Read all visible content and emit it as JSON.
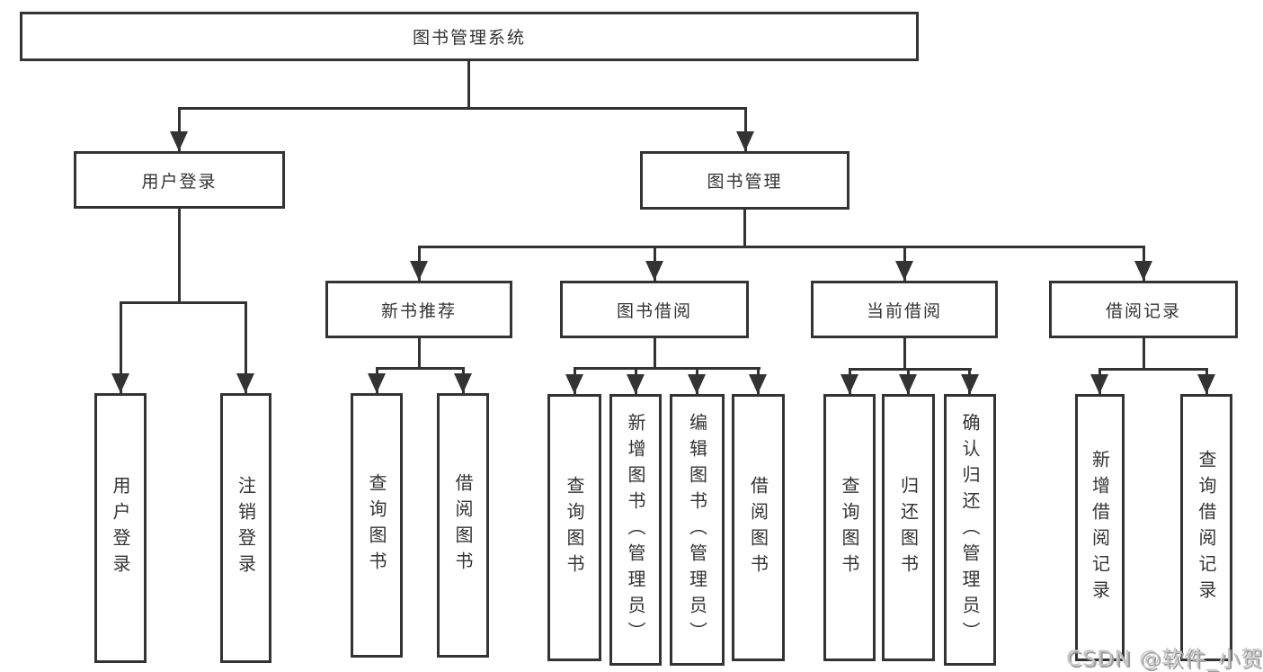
{
  "diagram": {
    "root": {
      "label": "图书管理系统"
    },
    "branches": [
      {
        "label": "用户登录",
        "children": [
          {
            "label": "用户登录"
          },
          {
            "label": "注销登录"
          }
        ]
      },
      {
        "label": "图书管理",
        "children": [
          {
            "label": "新书推荐",
            "children": [
              {
                "label": "查询图书"
              },
              {
                "label": "借阅图书"
              }
            ]
          },
          {
            "label": "图书借阅",
            "children": [
              {
                "label": "查询图书"
              },
              {
                "label": "新增图书（管理员）"
              },
              {
                "label": "编辑图书（管理员）"
              },
              {
                "label": "借阅图书"
              }
            ]
          },
          {
            "label": "当前借阅",
            "children": [
              {
                "label": "查询图书"
              },
              {
                "label": "归还图书"
              },
              {
                "label": "确认归还（管理员）"
              }
            ]
          },
          {
            "label": "借阅记录",
            "children": [
              {
                "label": "新增借阅记录"
              },
              {
                "label": "查询借阅记录"
              }
            ]
          }
        ]
      }
    ]
  },
  "watermark": {
    "text": "CSDN @软件_小贺同学"
  },
  "colors": {
    "line": "#333333",
    "text": "#333333",
    "box_background": "#ffffff",
    "watermark": "#c6c6c6"
  }
}
